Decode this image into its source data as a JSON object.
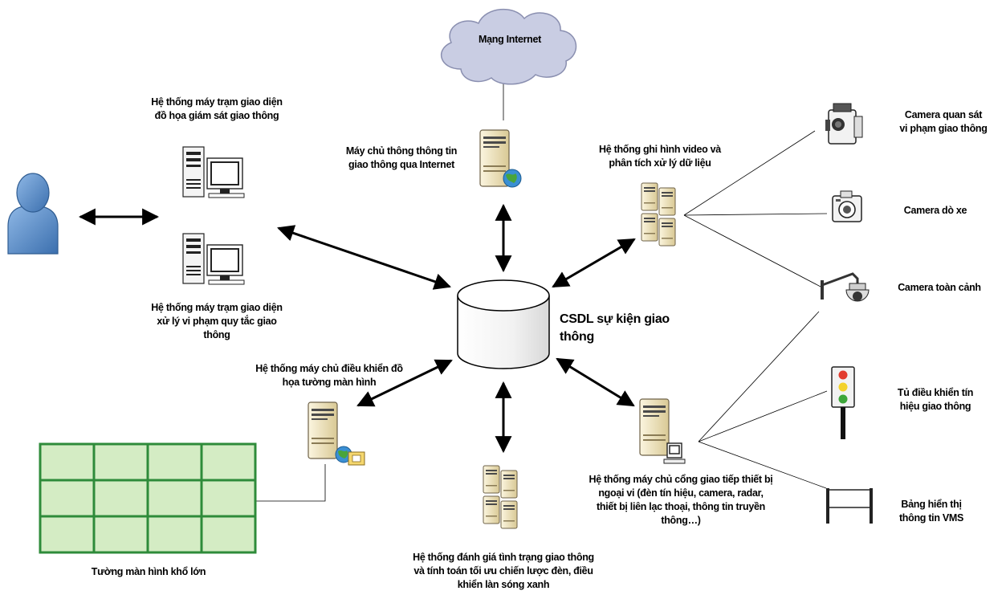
{
  "cloud": {
    "label": "Mạng Internet"
  },
  "database": {
    "label": "CSDL sự kiện giao\nthông"
  },
  "nodes": {
    "gui_monitor_ws": {
      "label": "Hệ thống máy trạm giao diện\nđồ họa giám sát giao thông"
    },
    "violation_ws": {
      "label": "Hệ thống máy trạm giao diện\nxử lý vi phạm quy tắc giao\nthông"
    },
    "internet_server": {
      "label": "Máy chủ thông thông tin\ngiao thông qua Internet"
    },
    "video_system": {
      "label": "Hệ thống ghi hình video và\nphân tích xử lý dữ liệu"
    },
    "wall_control_server": {
      "label": "Hệ thống máy chủ điều khiển đồ\nhọa tường màn hình"
    },
    "video_wall": {
      "label": "Tường màn hình khổ lớn"
    },
    "evaluation_system": {
      "label": "Hệ thống đánh giá tình trạng giao thông\nvà tính toán tối ưu chiến lược đèn, điều\nkhiển làn sóng xanh"
    },
    "gateway_server": {
      "label": "Hệ thống máy chủ cổng giao tiếp thiết bị\nngoại vi (đèn tín hiệu, camera, radar,\nthiết bị liên lạc thoại, thông tin truyền\nthông…)"
    }
  },
  "devices": {
    "violation_camera": {
      "label": "Camera quan sát\nvi phạm giao thông",
      "icon": "video-camera-icon"
    },
    "detection_camera": {
      "label": "Camera dò xe",
      "icon": "camera-icon"
    },
    "panorama_camera": {
      "label": "Camera toàn cảnh",
      "icon": "dome-camera-icon"
    },
    "signal_cabinet": {
      "label": "Tủ điều khiển tín\nhiệu giao thông",
      "icon": "traffic-light-icon"
    },
    "vms_board": {
      "label": "Bảng hiển thị\nthông tin VMS",
      "icon": "vms-board-icon"
    }
  },
  "colors": {
    "wall_fill": "#d4ecc4",
    "wall_border": "#2e8b3a",
    "cloud_fill": "#c9cde3",
    "server_fill": "#efe3bd",
    "person_fill": "#5b8fc9"
  }
}
